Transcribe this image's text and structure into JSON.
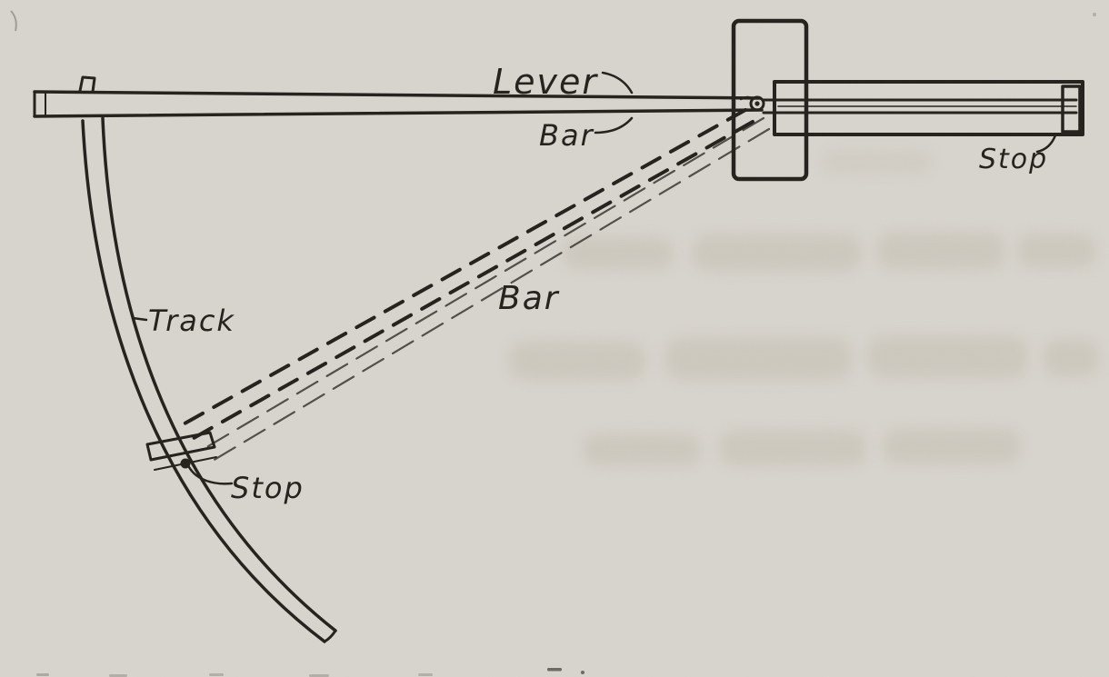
{
  "figure": {
    "type": "scanned-line-drawing",
    "description": "Mechanical diagram of a lever, sliding bar, curved track and stops",
    "labels": {
      "lever": "Lever",
      "bar_top": "Bar",
      "bar_diagonal": "Bar",
      "track": "Track",
      "stop_track": "Stop",
      "stop_bar": "Stop"
    },
    "colors": {
      "paper": "#d9d6cf",
      "ink": "#23201c",
      "ghost": "#c6c1b4"
    }
  }
}
